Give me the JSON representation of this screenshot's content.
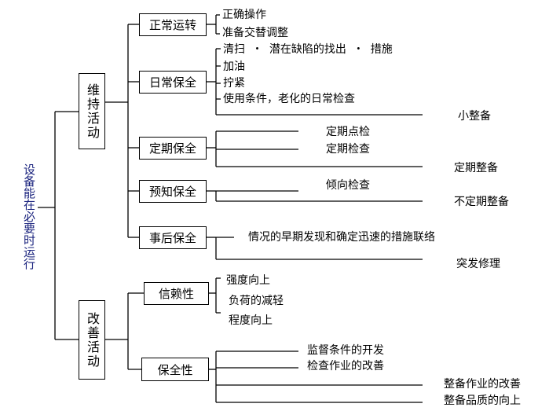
{
  "root": {
    "label": "设备能在必要时运行"
  },
  "groups": {
    "maintain": {
      "label": "维持活动"
    },
    "improve": {
      "label": "改善活动"
    }
  },
  "categories": {
    "normal": {
      "label": "正常运转",
      "items": [
        "正确操作",
        "准备交替调整"
      ]
    },
    "daily": {
      "label": "日常保全",
      "items": [
        "清扫 ・ 潜在缺陷的找出 ・ 措施",
        "加油",
        "拧紧",
        "使用条件，老化的日常检查"
      ],
      "result": "小整备"
    },
    "periodic": {
      "label": "定期保全",
      "items": [
        "定期点检",
        "定期检查"
      ],
      "result": "定期整备"
    },
    "predictive": {
      "label": "预知保全",
      "items": [
        "倾向检查"
      ],
      "result": "不定期整备"
    },
    "breakdown": {
      "label": "事后保全",
      "items": [
        "情况的早期发现和确定迅速的措施联络"
      ],
      "result": "突发修理"
    },
    "reliability": {
      "label": "信赖性",
      "items": [
        "强度向上",
        "负荷的减轻",
        "程度向上"
      ]
    },
    "safety": {
      "label": "保全性",
      "items": [
        "监督条件的开发",
        "检查作业的改善"
      ],
      "results": [
        "整备作业的改善",
        "整备品质的向上"
      ]
    }
  }
}
